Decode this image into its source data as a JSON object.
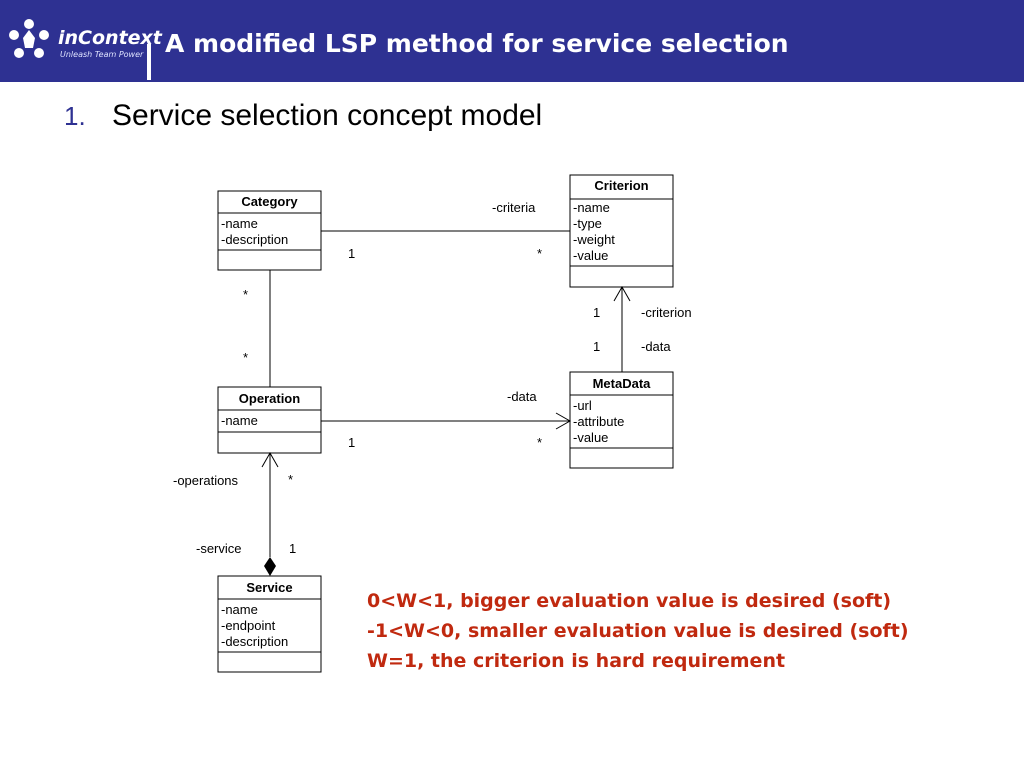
{
  "header": {
    "logo": {
      "brand": "inContext",
      "tagline": "Unleash Team Power"
    },
    "title": "A modified LSP method for service selection"
  },
  "bullet": {
    "number": "1.",
    "text": "Service selection concept model"
  },
  "diagram": {
    "classes": {
      "category": {
        "name": "Category",
        "attributes": [
          "-name",
          "-description"
        ]
      },
      "criterion": {
        "name": "Criterion",
        "attributes": [
          "-name",
          "-type",
          "-weight",
          "-value"
        ]
      },
      "operation": {
        "name": "Operation",
        "attributes": [
          "-name"
        ]
      },
      "metadata": {
        "name": "MetaData",
        "attributes": [
          "-url",
          "-attribute",
          "-value"
        ]
      },
      "service": {
        "name": "Service",
        "attributes": [
          "-name",
          "-endpoint",
          "-description"
        ]
      }
    },
    "associations": {
      "category_criterion": {
        "role": "-criteria",
        "mult_source": "1",
        "mult_target": "*"
      },
      "category_operation": {
        "mult_source": "*",
        "mult_target": "*"
      },
      "metadata_criterion": {
        "mult_criterion": "1",
        "role_criterion": "-criterion",
        "mult_data": "1",
        "role_data": "-data"
      },
      "operation_metadata": {
        "role": "-data",
        "mult_source": "1",
        "mult_target": "*"
      },
      "service_operation": {
        "role_operations": "-operations",
        "mult_operations": "*",
        "role_service": "-service",
        "mult_service": "1"
      }
    }
  },
  "notes": [
    "0<W<1, bigger evaluation value is desired (soft)",
    "-1<W<0, smaller evaluation value is desired (soft)",
    "W=1, the criterion is hard requirement"
  ],
  "colors": {
    "header": "#2e3192",
    "note_text": "#c0290f",
    "bullet_number": "#2e3192"
  }
}
